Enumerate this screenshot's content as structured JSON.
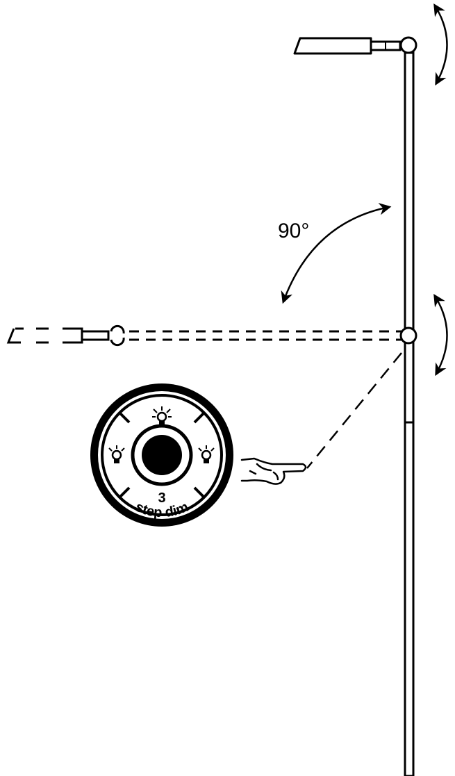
{
  "angle_label": "90°",
  "dial": {
    "number": "3",
    "text": "step dim"
  },
  "colors": {
    "line": "#000000",
    "background": "#ffffff"
  },
  "icons": [
    "lamp-head-icon",
    "pivot-joint-icon",
    "rotate-arrow-icon",
    "bulb-icon",
    "pointing-hand-icon"
  ]
}
